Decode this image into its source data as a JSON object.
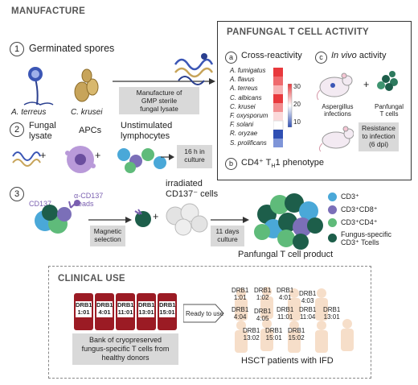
{
  "manufacture": {
    "header": "MANUFACTURE",
    "step1": {
      "num": "1",
      "title": "Germinated spores",
      "organism_a": "A. terreus",
      "organism_b": "C. krusei",
      "box_line1": "Manufacture of",
      "box_line2": "GMP sterile",
      "box_line3": "fungal lysate"
    },
    "step2": {
      "num": "2",
      "label_lysate_1": "Fungal",
      "label_lysate_2": "lysate",
      "label_apcs": "APCs",
      "label_lympho_1": "Unstimulated",
      "label_lympho_2": "lymphocytes",
      "plus": "+",
      "box_line1": "16 h in",
      "box_line2": "culture"
    },
    "step3": {
      "num": "3",
      "cd137": "CD137",
      "beads_1": "α-CD137",
      "beads_2": "beads",
      "magnetic_1": "Magnetic",
      "magnetic_2": "selection",
      "irradiated_1": "irradiated",
      "irradiated_2": "CD137⁻ cells",
      "plus": "+",
      "culture_1": "11 days",
      "culture_2": "culture",
      "product": "Panfungal T cell product"
    },
    "legend": [
      {
        "label": "CD3⁺",
        "color": "#4aa8d8"
      },
      {
        "label": "CD3⁺CD8⁺",
        "color": "#7b6fb8"
      },
      {
        "label": "CD3⁺CD4⁺",
        "color": "#5fbb7a"
      },
      {
        "label_1": "Fungus-specific",
        "label_2": "CD3⁺ Tcells",
        "color": "#1d5e4a"
      }
    ]
  },
  "panfungal": {
    "header": "PANFUNGAL T CELL ACTIVITY",
    "cross": {
      "letter": "a",
      "title": "Cross-reactivity",
      "species": [
        "A. fumigatus",
        "A. flavus",
        "A. terreus",
        "C. albicans",
        "C. krusei",
        "F. oxysporum",
        "F. solani",
        "R. oryzae",
        "S. prolificans"
      ],
      "scale_ticks": [
        "30",
        "20",
        "10"
      ],
      "colors": {
        "high": "#e8393d",
        "low": "#2f4fb3",
        "mid": "#ffffff"
      }
    },
    "invivo": {
      "letter": "c",
      "title_it": "In vivo",
      "title_rest": " activity",
      "asp_1": "Aspergillus",
      "asp_2": "infections",
      "pan_1": "Panfungal",
      "pan_2": "T cells",
      "plus": "+",
      "res_1": "Resistance",
      "res_2": "to infection",
      "res_3": "(6 dpi)"
    },
    "pheno": {
      "letter": "b",
      "text_a": "CD4⁺ T",
      "text_sub": "H",
      "text_b": "1 phenotype"
    }
  },
  "clinical": {
    "header": "CLINICAL USE",
    "bags": [
      {
        "l1": "DRB1",
        "l2": "1:01"
      },
      {
        "l1": "DRB1",
        "l2": "4:01"
      },
      {
        "l1": "DRB1",
        "l2": "11:01"
      },
      {
        "l1": "DRB1",
        "l2": "13:01"
      },
      {
        "l1": "DRB1",
        "l2": "15:01"
      }
    ],
    "bank_1": "Bank of cryopreserved",
    "bank_2": "fungus-specific T cells from",
    "bank_3": "healthy donors",
    "ready": "Ready to use",
    "patients": [
      {
        "l1": "DRB1",
        "l2": "1:01"
      },
      {
        "l1": "DRB1",
        "l2": "1:02"
      },
      {
        "l1": "DRB1",
        "l2": "4:01"
      },
      {
        "l1": "DRB1",
        "l2": "4:03"
      },
      {
        "l1": "DRB1",
        "l2": "4:04"
      },
      {
        "l1": "DRB1",
        "l2": "4:05"
      },
      {
        "l1": "DRB1",
        "l2": "11:01"
      },
      {
        "l1": "DRB1",
        "l2": "11:04"
      },
      {
        "l1": "DRB1",
        "l2": "13:01"
      },
      {
        "l1": "DRB1",
        "l2": "13:02"
      },
      {
        "l1": "DRB1",
        "l2": "15:01"
      },
      {
        "l1": "DRB1",
        "l2": "15:02"
      }
    ],
    "patients_label": "HSCT patients with IFD"
  }
}
